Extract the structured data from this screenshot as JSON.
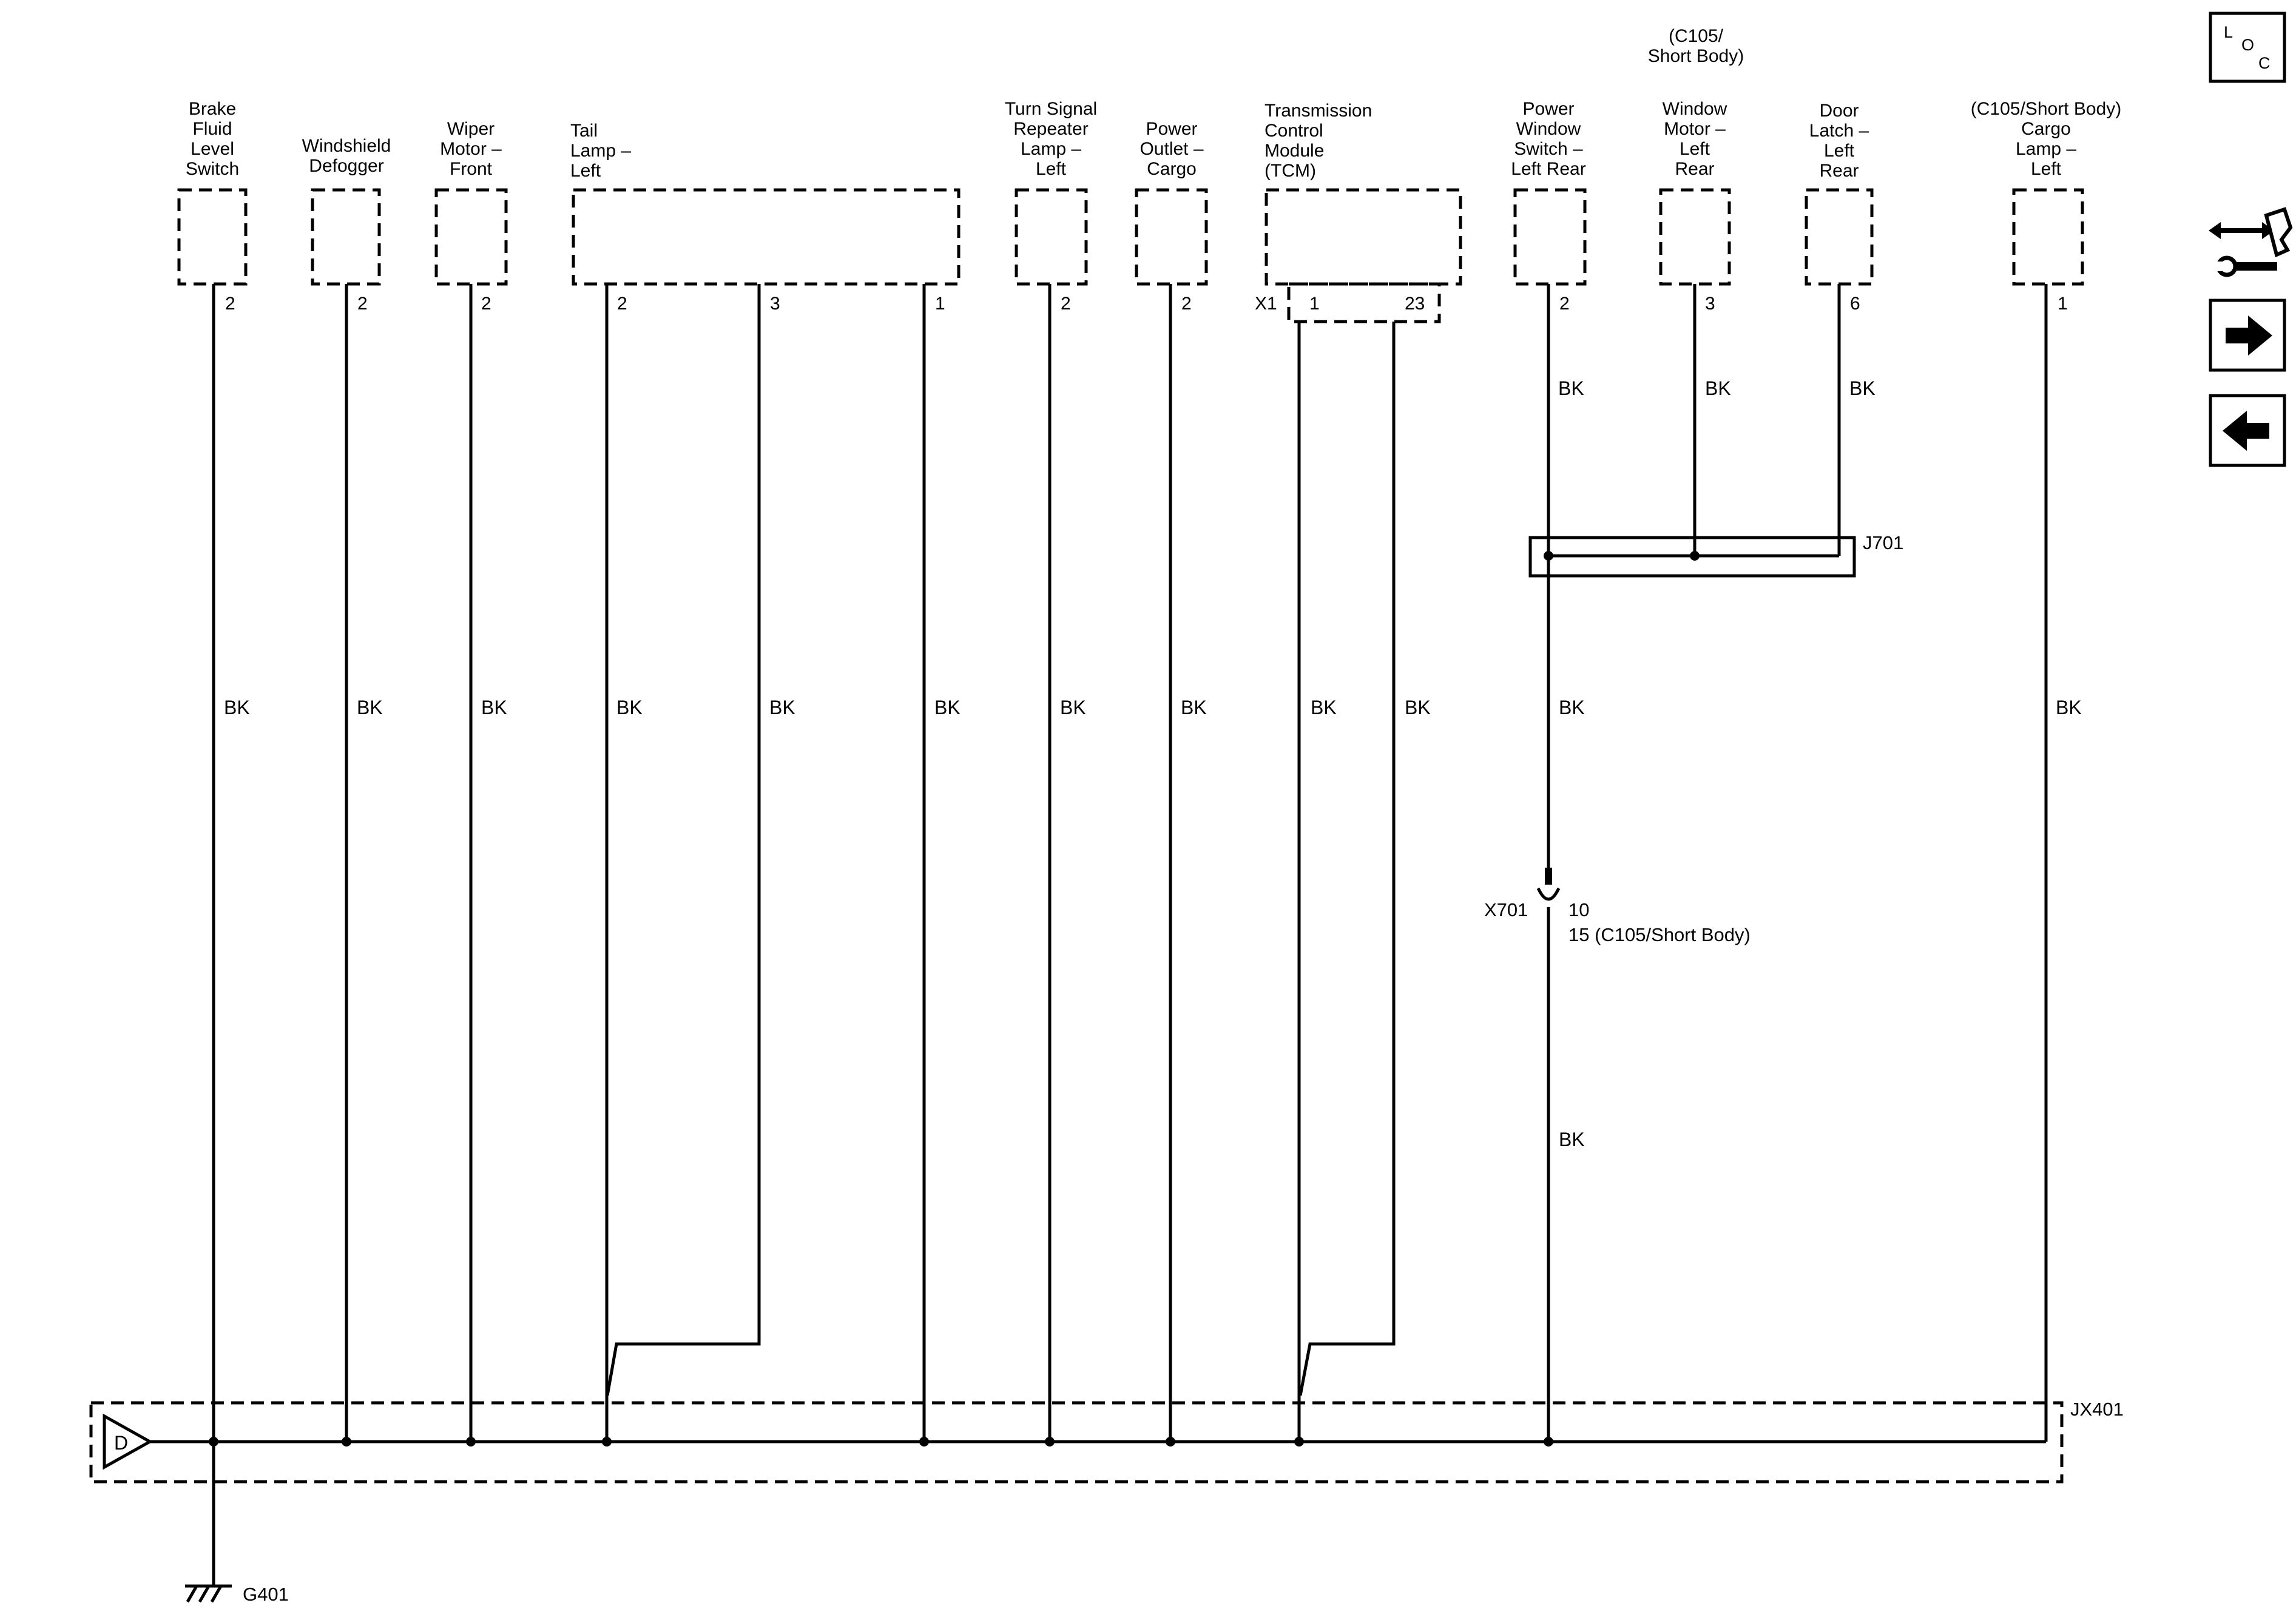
{
  "components": [
    {
      "id": "brake-fluid",
      "lines": [
        "Brake",
        "Fluid",
        "Level",
        "Switch"
      ],
      "pin": "2"
    },
    {
      "id": "windshield-defogger",
      "lines": [
        "Windshield",
        "Defogger"
      ],
      "pin": "2"
    },
    {
      "id": "wiper-motor",
      "lines": [
        "Wiper",
        "Motor –",
        "Front"
      ],
      "pin": "2"
    },
    {
      "id": "tail-lamp",
      "lines": [
        "Tail",
        "Lamp –",
        "Left"
      ],
      "pins": [
        "2",
        "3",
        "1"
      ]
    },
    {
      "id": "turn-signal",
      "lines": [
        "Turn Signal",
        "Repeater",
        "Lamp –",
        "Left"
      ],
      "pin": "2"
    },
    {
      "id": "power-outlet",
      "lines": [
        "Power",
        "Outlet –",
        "Cargo"
      ],
      "pin": "2"
    },
    {
      "id": "tcm",
      "lines": [
        "Transmission",
        "Control",
        "Module",
        "(TCM)"
      ],
      "connector": "X1",
      "pins": [
        "1",
        "23"
      ]
    },
    {
      "id": "power-window-switch",
      "lines": [
        "Power",
        "Window",
        "Switch –",
        "Left Rear"
      ],
      "pin": "2"
    },
    {
      "id": "window-motor",
      "lines": [
        "Window",
        "Motor –",
        "Left",
        "Rear"
      ],
      "pin": "3",
      "note": [
        "(C105/",
        "Short Body)"
      ]
    },
    {
      "id": "door-latch",
      "lines": [
        "Door",
        "Latch –",
        "Left",
        "Rear"
      ],
      "pin": "6"
    },
    {
      "id": "cargo-lamp",
      "lines": [
        "(C105/Short Body)",
        "Cargo",
        "Lamp –",
        "Left"
      ],
      "pin": "1"
    }
  ],
  "wire_color": "BK",
  "splices": {
    "j701": "J701",
    "jx401": "JX401"
  },
  "inline_connector": {
    "name": "X701",
    "pin": "10",
    "alt_pin": "15 (C105/Short Body)"
  },
  "ground": "G401",
  "bus_marker": "D",
  "toolbar": {
    "loc": [
      "L",
      "O",
      "C"
    ]
  }
}
